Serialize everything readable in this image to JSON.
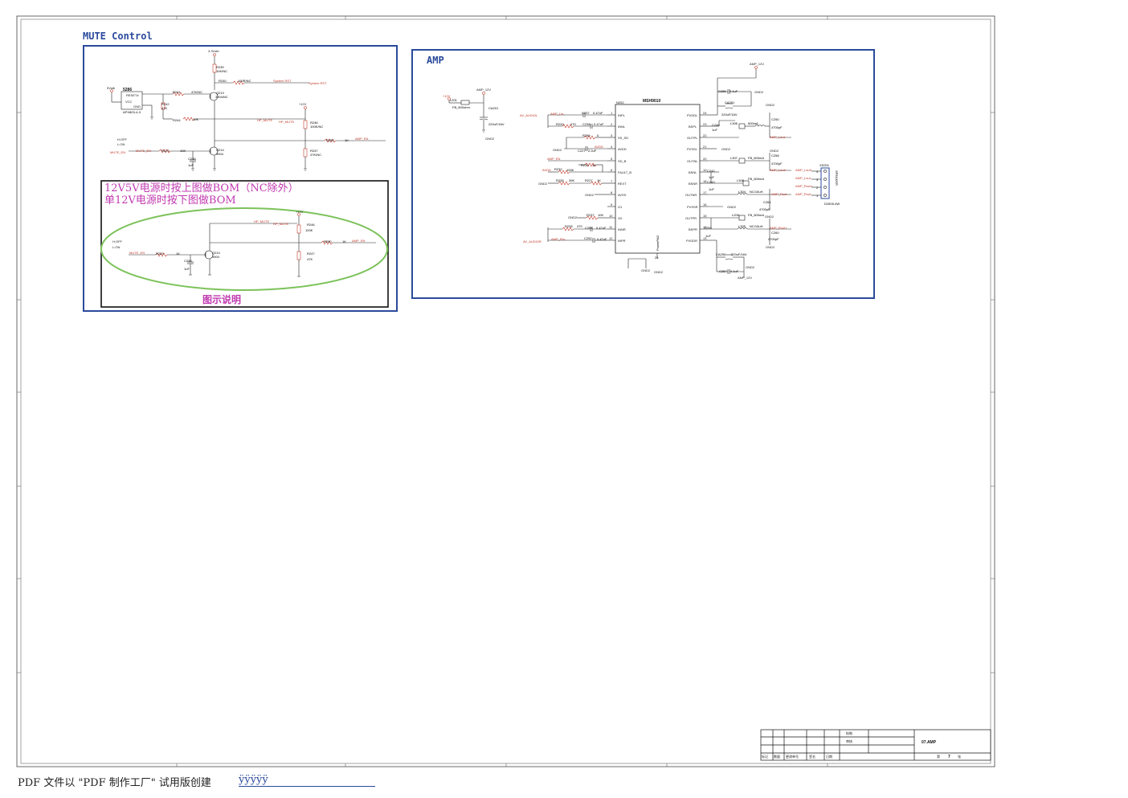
{
  "mute_section": {
    "title": "MUTE Control",
    "u_part": "5286",
    "u_model": "APX803-4-X",
    "u_pin_reset": "RESET#",
    "u_pin_vcc": "VCC",
    "u_pin_gnd": "GND",
    "rail_33": "3.3Vstb",
    "rail_5": "5Vstb",
    "rail_12": "+12V",
    "r239": "R239",
    "r239_val": "10K/NC",
    "r240": "R240",
    "r240_val": "100R/NC",
    "r241": "R241",
    "r241_val": "47K/NC",
    "r242": "R242",
    "r242_val": "47K",
    "r244": "R244",
    "r244_val": "10K",
    "r223": "R223",
    "r223_val": "10K",
    "r246": "R246",
    "r246_val": "100K/NC",
    "r247": "R247",
    "r247_val": "47K/NC",
    "r250": "R250",
    "r250_val": "1K",
    "q213": "Q213",
    "q213_model": "3904/NC",
    "q214": "Q214",
    "q214_model": "3904",
    "c235": "C235",
    "c235_val": "1uF",
    "net_sysrst": "System RST",
    "net_hpmute": "HP_MUTE",
    "net_ampen": "AMP_EN",
    "net_muteen": "MUTE_EN",
    "hoff": "H:OFF",
    "lon": "L:ON",
    "note_line1": "12V5V电源时按上图做BOM（NC除外）",
    "note_line2": "单12V电源时按下图做BOM",
    "note_caption": "图示说明",
    "inner_rail": "+12V",
    "inner_r246": "R246",
    "inner_r246_val": "100K",
    "inner_r247": "R247",
    "inner_r247_val": "47K",
    "inner_r250": "R250",
    "inner_r250_val": "1K",
    "inner_r223": "R223",
    "inner_r223_val": "1K",
    "inner_q214": "Q214",
    "inner_q214_model": "3904",
    "inner_c235": "C235",
    "inner_c235_val": "1uF"
  },
  "amp_section": {
    "title": "AMP",
    "chip_ref": "N202",
    "chip_name": "MSH9010",
    "left_pins": [
      {
        "num": "1",
        "name": "INPL"
      },
      {
        "num": "2",
        "name": "INNL"
      },
      {
        "num": "3",
        "name": "SS_SD"
      },
      {
        "num": "4",
        "name": "AVDD"
      },
      {
        "num": "5",
        "name": "SD_B"
      },
      {
        "num": "6",
        "name": "FAULT_B"
      },
      {
        "num": "7",
        "name": "REXT"
      },
      {
        "num": "8",
        "name": "AVSS"
      },
      {
        "num": "9",
        "name": "G1"
      },
      {
        "num": "10",
        "name": "G0"
      },
      {
        "num": "11",
        "name": "INNR"
      },
      {
        "num": "12",
        "name": "INPR"
      }
    ],
    "right_pins": [
      {
        "num": "24",
        "name": "PVDDL"
      },
      {
        "num": "23",
        "name": "BSPL"
      },
      {
        "num": "22",
        "name": "OUTPL"
      },
      {
        "num": "21",
        "name": "PVSSL"
      },
      {
        "num": "20",
        "name": "OUTNL"
      },
      {
        "num": "19",
        "name": "BSNL"
      },
      {
        "num": "18",
        "name": "BSNR"
      },
      {
        "num": "17",
        "name": "OUTNR"
      },
      {
        "num": "16",
        "name": "PVSSR"
      },
      {
        "num": "15",
        "name": "OUTPR"
      },
      {
        "num": "14",
        "name": "BSPR"
      },
      {
        "num": "13",
        "name": "PVDDR"
      }
    ],
    "pad_label": "PowerPAD",
    "pad_num": "25",
    "gnd2": "GND2",
    "amp12": "AMP_12V",
    "rail_12": "+12V",
    "l201": "L201",
    "fb1": "FB_600ohm",
    "ca201": "CA201",
    "ca201_val": "220uF/16V",
    "c237": "C237",
    "c237_val": "0.47uF",
    "c238": "C238",
    "c238_val": "0.47uF",
    "r233": "R233",
    "r233_val": "470",
    "r256": "R256",
    "r256_val": "0",
    "c227": "C227",
    "c227_val": "2.2uF",
    "r230": "R230",
    "r230_val": "1K",
    "r232": "R232",
    "r232_val": "100K",
    "r235": "R235",
    "r235_val": "39K",
    "r227": "R227",
    "r227_val": "1K",
    "r237": "R237",
    "r237_val": "10K",
    "r228": "R228",
    "r228_val": "470",
    "c254": "C254",
    "c254_val": "0.47uF",
    "c252": "C252",
    "c252_val": "0.47uF",
    "net_audio_l": "AV_AUDIOL",
    "net_audio_r": "AV_AUDIOR",
    "net_amp_linn": "AMP_Lin-",
    "net_amp_rinn": "AMP_Rin-",
    "net_amp_en": "AMP_EN",
    "net_avdd": "AVDD",
    "net_avdd2": "AVDD",
    "c255": "C255",
    "c255_val": "0.1uF",
    "ca251": "CA251",
    "ca251_val": "220uF/16V",
    "c246": "C246",
    "c246_val": "1uF",
    "l306": "L306",
    "l306_val": "600mA",
    "c250": "C250",
    "c250_val": "4700pF",
    "l307": "L307",
    "c258": "C258",
    "c258_val": "4700pF",
    "c242": "C242",
    "c242_val": "1uF",
    "c243": "C243",
    "c243_val": "1uF",
    "l308": "L308",
    "l304": "L304",
    "l304_val": "NC/15uH",
    "c261": "C261",
    "c261_val": "4700pF",
    "l209": "L209",
    "l305": "L305",
    "l305_val": "NC/15uH",
    "c260": "C260",
    "c260_val": "4700pF",
    "c259": "C259",
    "c259_val": "1uF",
    "ca250": "CA250",
    "ca250_val": "220uF/16V",
    "c257": "C257",
    "c257_val": "0.1uF",
    "fb_val": "FB_600mA",
    "net_lout_p": "AMP_Lout+",
    "net_lout_n": "AMP_Lout-",
    "net_rout_p": "AMP_Rout+",
    "net_rout_n": "AMP_Rout-",
    "conn_ref": "XS201",
    "conn_model": "D2505-4W",
    "conn_label": "SPEAKER",
    "conn_pins": [
      {
        "num": "4",
        "net": "AMP_Lout+"
      },
      {
        "num": "3",
        "net": "AMP_Lout-"
      },
      {
        "num": "2",
        "net": "AMP_Rout+"
      },
      {
        "num": "1",
        "net": "AMP_Rout-"
      }
    ]
  },
  "title_block": {
    "drawn": "拟制",
    "checked": "审核",
    "sheet_title": "07.AMP",
    "bottom_labels": [
      "标记",
      "数量",
      "更改单号",
      "签名",
      "日期"
    ],
    "page_prefix": "第",
    "page_num": "7",
    "page_suffix": "张"
  },
  "footer": {
    "text": "PDF 文件以 \"PDF 制作工厂\" 试用版创建",
    "link": "ÿÿÿÿÿ"
  }
}
